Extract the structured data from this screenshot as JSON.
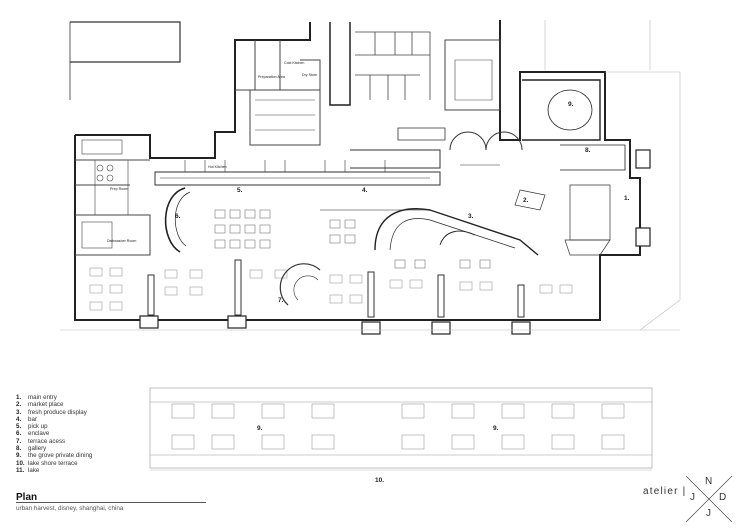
{
  "legend": [
    {
      "num": "1.",
      "label": "main entry"
    },
    {
      "num": "2.",
      "label": "market place"
    },
    {
      "num": "3.",
      "label": "fresh produce display"
    },
    {
      "num": "4.",
      "label": "bar"
    },
    {
      "num": "5.",
      "label": "pick up"
    },
    {
      "num": "6.",
      "label": "enclave"
    },
    {
      "num": "7.",
      "label": "terrace acess"
    },
    {
      "num": "8.",
      "label": "gallery"
    },
    {
      "num": "9.",
      "label": "the grove private dining"
    },
    {
      "num": "10.",
      "label": "lake shore terrace"
    },
    {
      "num": "11.",
      "label": "lake"
    }
  ],
  "title_block": {
    "title": "Plan",
    "subtitle": "urban harvest, disney, shanghai, china"
  },
  "brand": {
    "name": "atelier |",
    "mono": [
      "N",
      "J",
      "D",
      "J"
    ]
  },
  "plan_labels": {
    "n1": "1.",
    "n2": "2.",
    "n3": "3.",
    "n4": "4.",
    "n5": "5.",
    "n6": "6.",
    "n7": "7.",
    "n8": "8.",
    "n9": "9.",
    "n9b": "9.",
    "n9c": "9.",
    "n10": "10.",
    "r_hot_kitchen": "Hot Kitchen",
    "r_cold_kitchen": "Cold Kitchen",
    "r_dry_store": "Dry Store",
    "r_dishwasher": "Dishwasher Room",
    "r_preparation": "Preparation Area",
    "r_prep_room": "Prep Room"
  }
}
